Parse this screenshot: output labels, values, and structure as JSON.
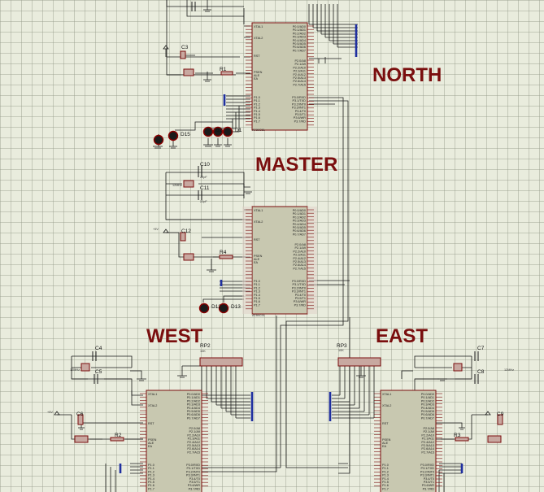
{
  "regions": {
    "north": "NORTH",
    "master": "MASTER",
    "west": "WEST",
    "east": "EAST"
  },
  "components": {
    "C3": "C3",
    "R1": "R1",
    "D15": "D15",
    "D2": "D2",
    "D1": "D1",
    "C10": "C10",
    "C11": "C11",
    "C12": "C12",
    "R4": "R4",
    "D12": "D12",
    "D13": "D13",
    "RP2": "RP2",
    "C4": "C4",
    "C5": "C5",
    "C6": "C6",
    "R2": "R2",
    "RP3": "RP3",
    "C7": "C7",
    "C8": "C8",
    "C9": "C9",
    "R3": "R3"
  },
  "pins": {
    "xtal1": "XTAL1",
    "xtal2": "XTAL2",
    "rst": "RST",
    "psen": "PSEN",
    "ale": "ALE",
    "ea": "EA",
    "port1": [
      "P1.0",
      "P1.1",
      "P1.2",
      "P1.3",
      "P1.4",
      "P1.5",
      "P1.6",
      "P1.7"
    ],
    "port0": [
      "P0.0/AD0",
      "P0.1/AD1",
      "P0.2/AD2",
      "P0.3/AD3",
      "P0.4/AD4",
      "P0.5/AD5",
      "P0.6/AD6",
      "P0.7/AD7"
    ],
    "port2": [
      "P2.0/A8",
      "P2.1/A9",
      "P2.2/A10",
      "P2.3/A11",
      "P2.4/A12",
      "P2.5/A13",
      "P2.6/A14",
      "P2.7/A15"
    ],
    "port3": [
      "P3.0/RXD",
      "P3.1/TXD",
      "P3.2/INT0",
      "P3.3/INT1",
      "P3.4/T0",
      "P3.5/T1",
      "P3.6/WR",
      "P3.7/RD"
    ]
  },
  "chip_part": "AT89C51",
  "supply_label": "+5V",
  "rp_value": "10K",
  "crystal": "12MHz",
  "cap_value": "22pF"
}
